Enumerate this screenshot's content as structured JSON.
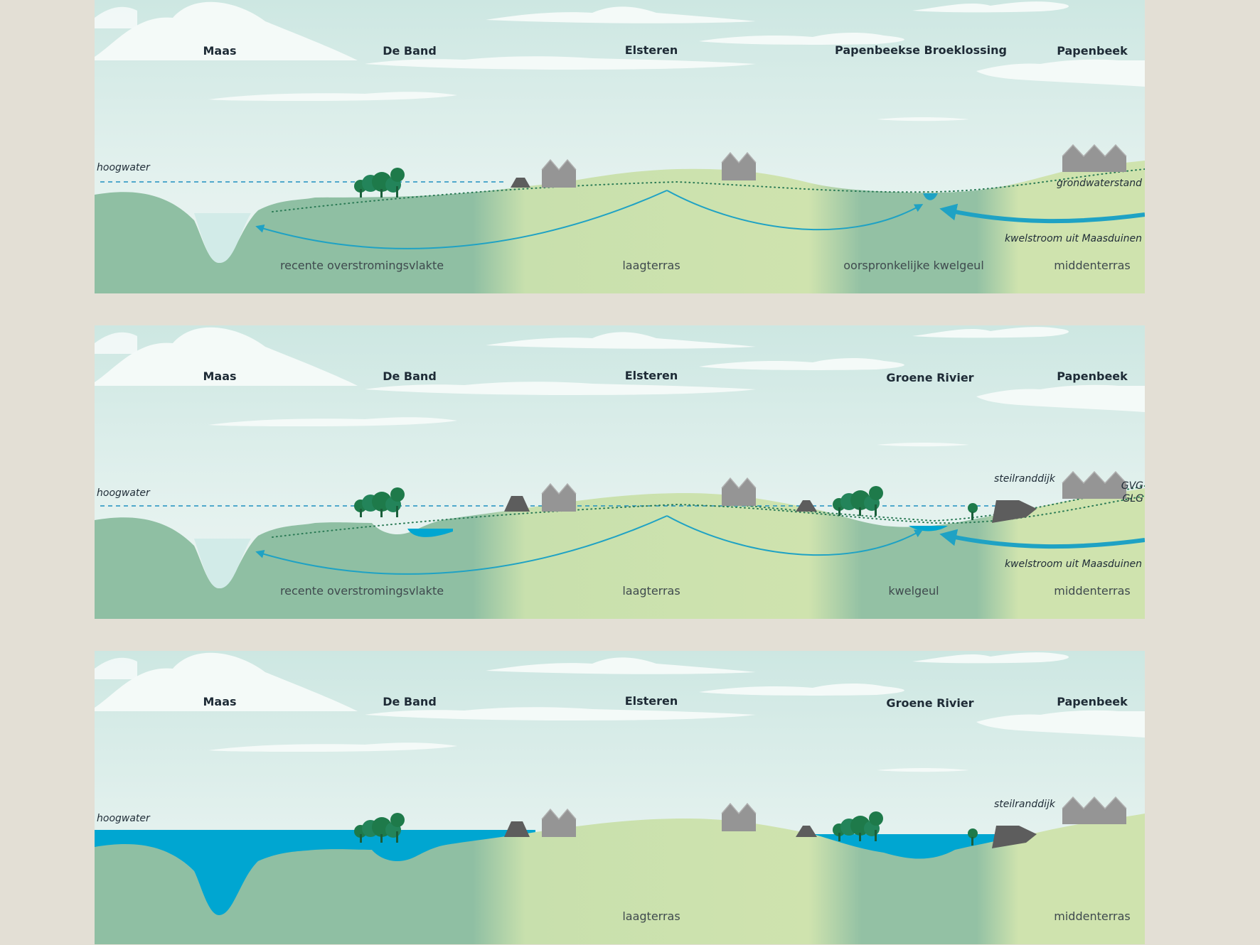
{
  "panels": [
    {
      "places": {
        "maas": "Maas",
        "deband": "De Band",
        "elsteren": "Elsteren",
        "right_place": "Papenbeekse Broeklossing",
        "papenbeek": "Papenbeek"
      },
      "zones": {
        "left": "recente overstromingsvlakte",
        "mid": "laagterras",
        "kwel": "oorspronkelijke kwelgeul",
        "right": "middenterras"
      },
      "notes": {
        "hoogwater": "hoogwater",
        "grondwaterstand": "grondwaterstand",
        "kwelstroom": "kwelstroom uit Maasduinen"
      }
    },
    {
      "places": {
        "maas": "Maas",
        "deband": "De Band",
        "elsteren": "Elsteren",
        "right_place": "Groene Rivier",
        "papenbeek": "Papenbeek"
      },
      "zones": {
        "left": "recente overstromingsvlakte",
        "mid": "laagterras",
        "kwel": "kwelgeul",
        "right": "middenterras"
      },
      "notes": {
        "hoogwater": "hoogwater",
        "steilranddijk": "steilranddijk",
        "gvg": "GVG",
        "glg": "GLG",
        "kwelstroom": "kwelstroom uit Maasduinen"
      }
    },
    {
      "places": {
        "maas": "Maas",
        "deband": "De Band",
        "elsteren": "Elsteren",
        "right_place": "Groene Rivier",
        "papenbeek": "Papenbeek"
      },
      "zones": {
        "mid": "laagterras",
        "right": "middenterras"
      },
      "notes": {
        "hoogwater": "hoogwater",
        "steilranddijk": "steilranddijk"
      }
    }
  ],
  "colors": {
    "background": "#e3dfd5",
    "dark_green": "#8fbfa3",
    "light_green": "#cfe3ae",
    "water": "#00a6d1",
    "flow": "#1fa2c4",
    "buildings": "#959595",
    "dike": "#5d5d5d",
    "trees": "#1e7a4a"
  }
}
